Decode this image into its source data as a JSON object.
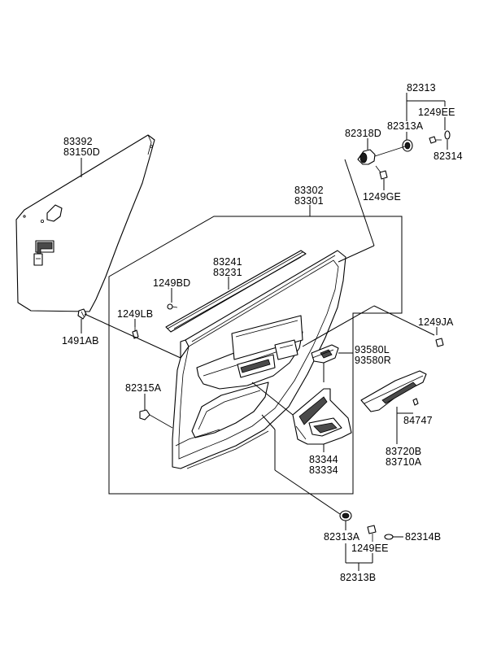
{
  "parts": {
    "p83392": "83392",
    "p83150D": "83150D",
    "p82313": "82313",
    "p1249EE_top": "1249EE",
    "p82313A_top": "82313A",
    "p82318D": "82318D",
    "p82314": "82314",
    "p1249GE": "1249GE",
    "p83302": "83302",
    "p83301": "83301",
    "p83241": "83241",
    "p83231": "83231",
    "p1249BD": "1249BD",
    "p1249LB": "1249LB",
    "p1491AB": "1491AB",
    "p1249JA": "1249JA",
    "p93580L": "93580L",
    "p93580R": "93580R",
    "p82315A": "82315A",
    "p84747": "84747",
    "p83720B": "83720B",
    "p83710A": "83710A",
    "p83344": "83344",
    "p83334": "83334",
    "p82313A_bot": "82313A",
    "p82314B": "82314B",
    "p1249EE_bot": "1249EE",
    "p82313B": "82313B"
  }
}
